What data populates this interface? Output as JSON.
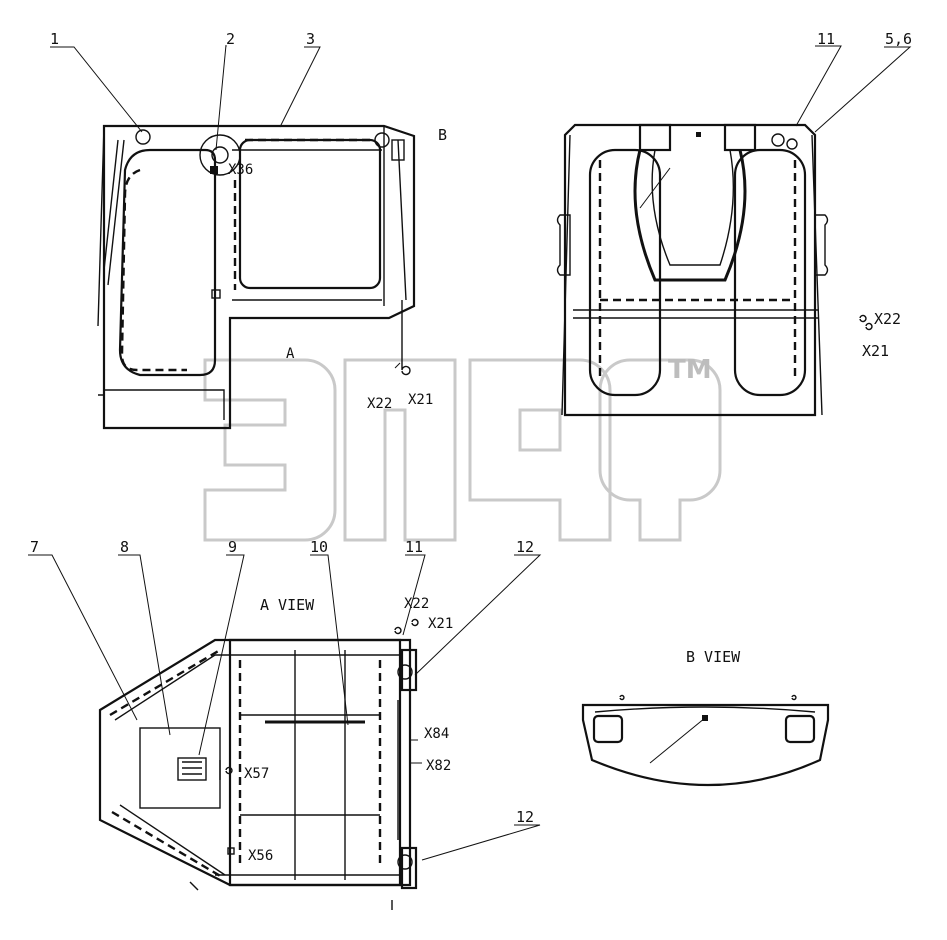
{
  "labels": {
    "p1": "1",
    "p2": "2",
    "p3": "3",
    "p56": "5,6",
    "p11_top": "11",
    "p7": "7",
    "p8": "8",
    "p9": "9",
    "p10": "10",
    "p11_bottom": "11",
    "p12_top": "12",
    "p12_bottom": "12"
  },
  "views": {
    "b_marker": "B",
    "a_marker": "A",
    "a_view": "A VIEW",
    "b_view": "B VIEW"
  },
  "connectors": {
    "x36": "X36",
    "x22_left": "X22",
    "x21_left": "X21",
    "x22_right": "X22",
    "x21_right": "X21",
    "x22_bottom": "X22",
    "x21_bottom": "X21",
    "x84": "X84",
    "x82": "X82",
    "x57": "X57",
    "x56": "X56"
  },
  "watermark": {
    "tm": "TM"
  }
}
